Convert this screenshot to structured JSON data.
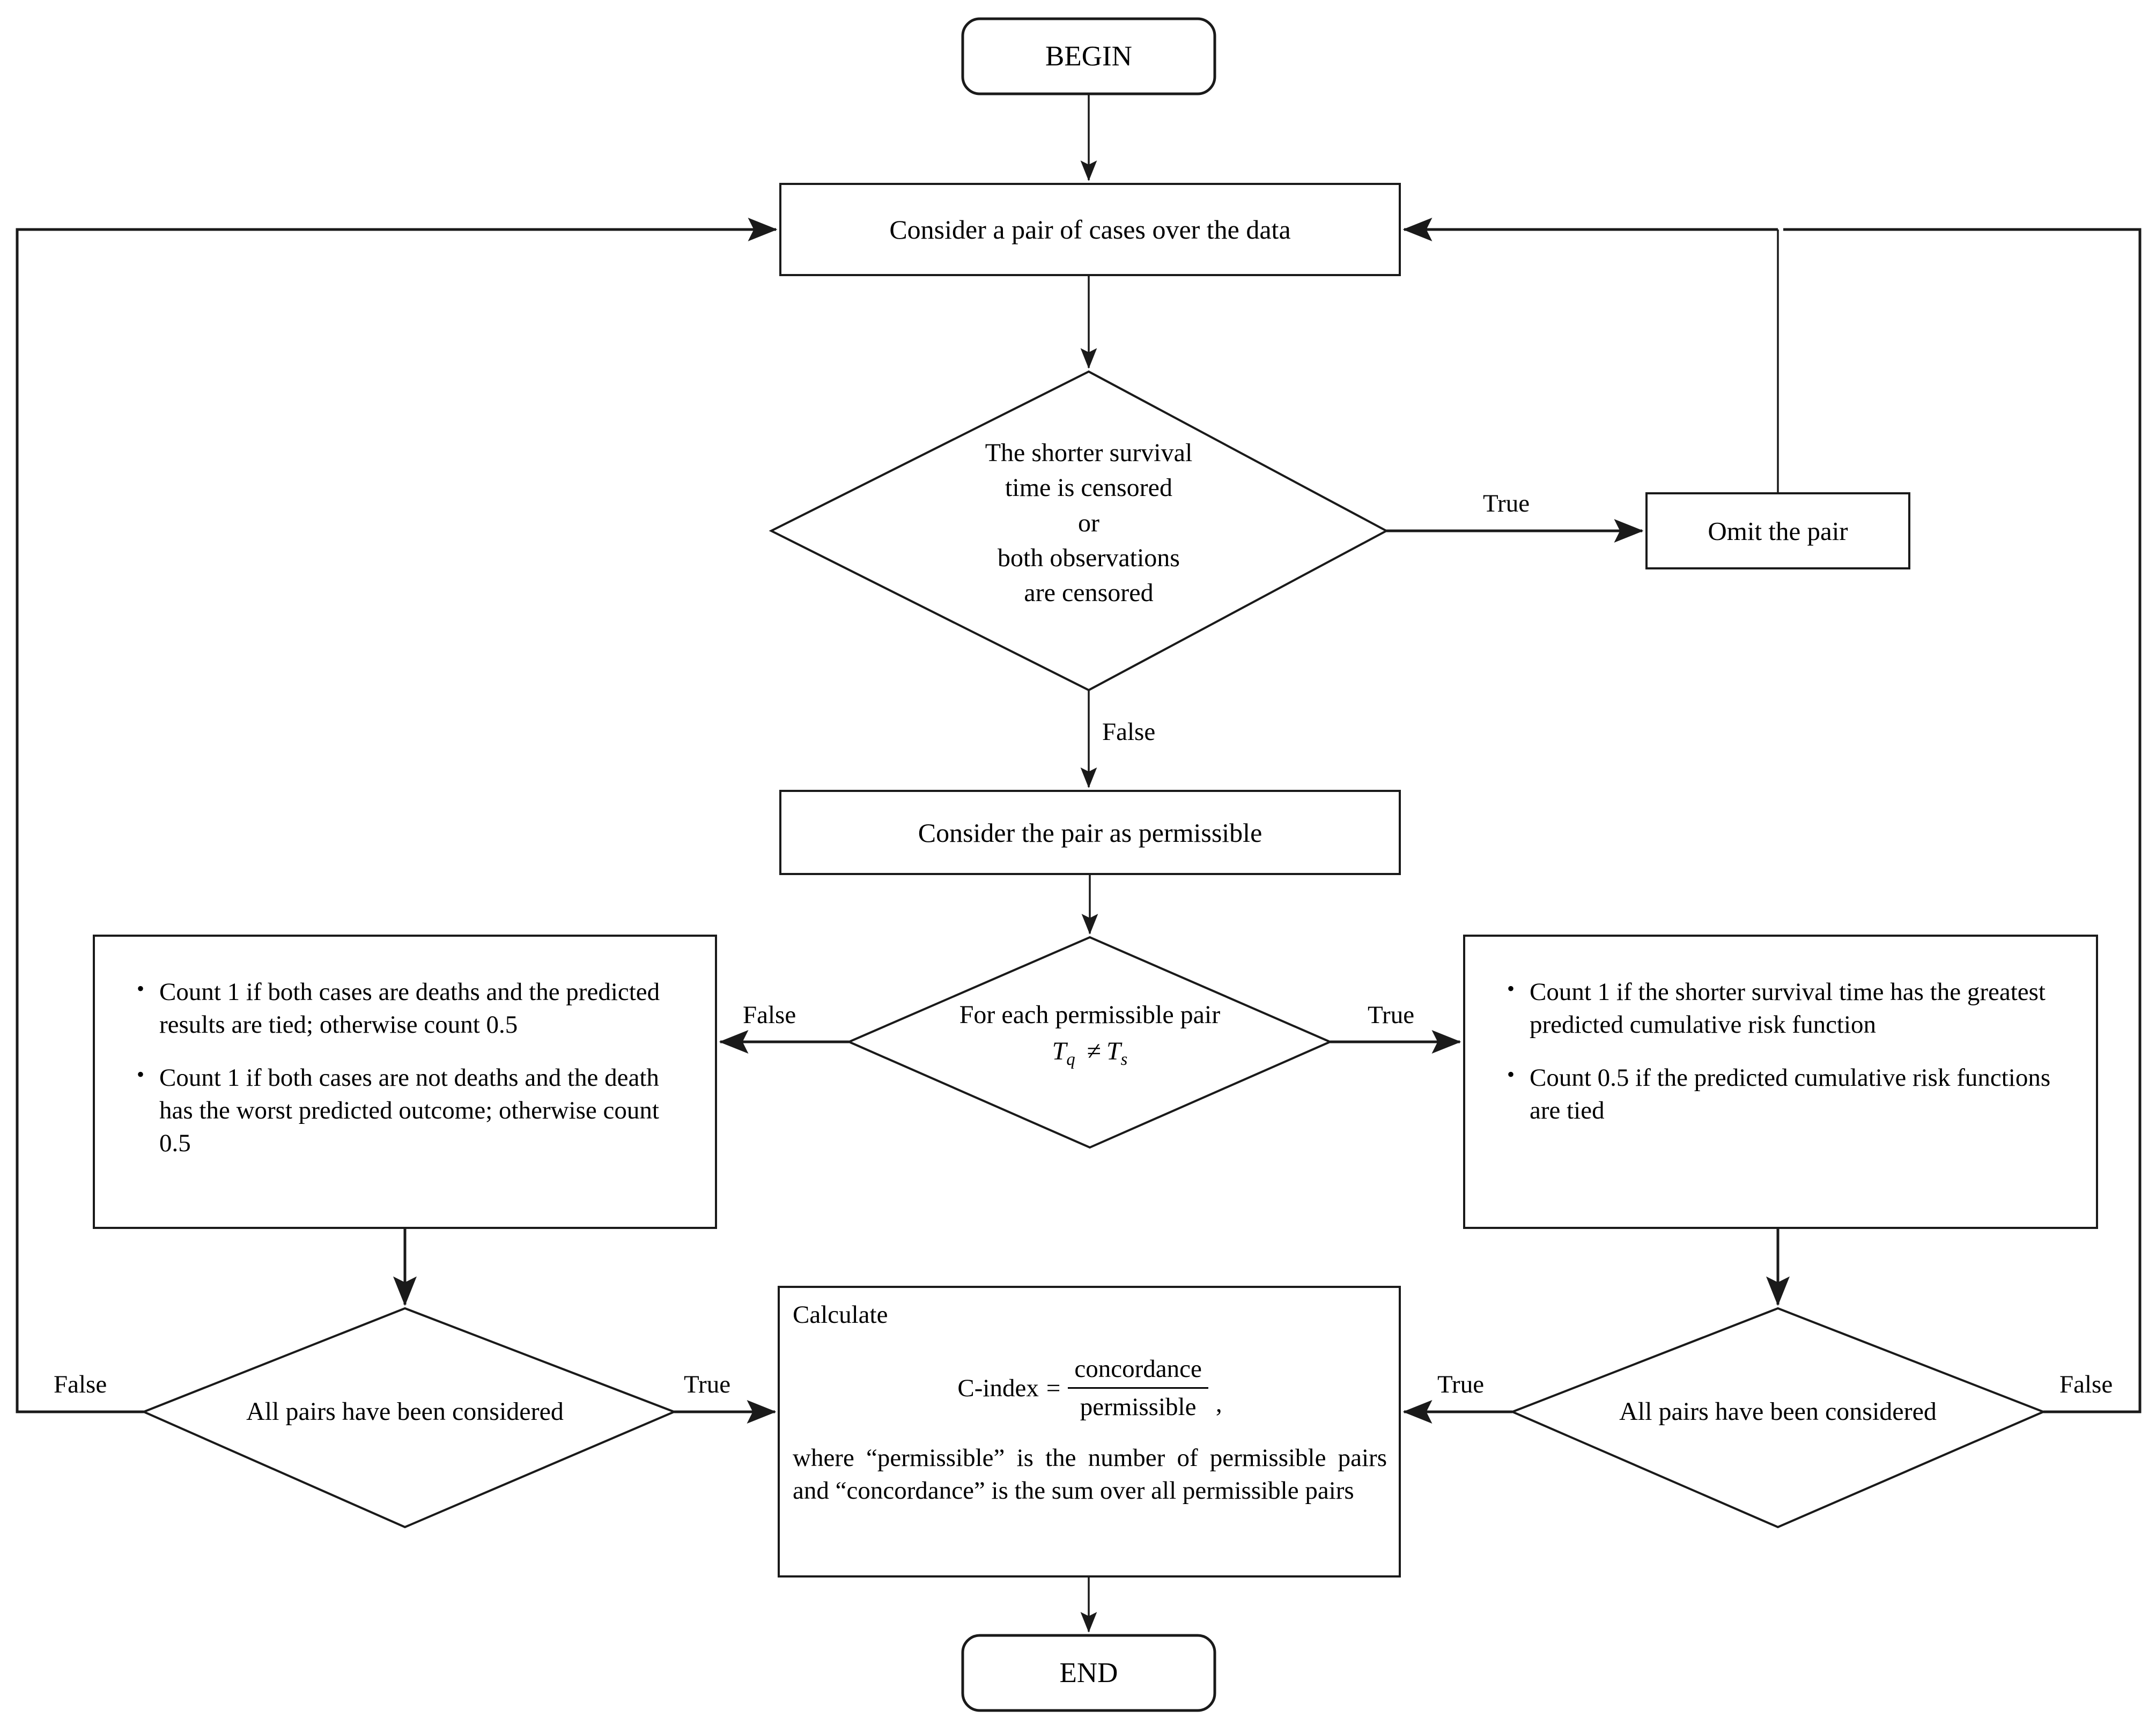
{
  "diagram": {
    "title": "C-index computation flowchart",
    "colors": {
      "stroke": "#1a1a1a",
      "fill": "#ffffff",
      "text": "#000000"
    }
  },
  "nodes": {
    "begin": {
      "label": "BEGIN",
      "shape": "rounded-terminator"
    },
    "consider_pair": {
      "label": "Consider a pair of cases over the data",
      "shape": "process"
    },
    "censored_decision": {
      "shape": "decision",
      "line1": "The shorter survival",
      "line2": "time is censored",
      "line3": "or",
      "line4": "both observations",
      "line5": "are censored"
    },
    "omit_pair": {
      "label": "Omit the pair",
      "shape": "process"
    },
    "permissible": {
      "label": "Consider the pair as permissible",
      "shape": "process"
    },
    "tie_decision": {
      "shape": "decision",
      "line1": "For each permissible pair",
      "math_lhs": "T",
      "math_lhs_sub": "q",
      "math_op": "≠",
      "math_rhs": "T",
      "math_rhs_sub": "s"
    },
    "tied_rules_box": {
      "shape": "process",
      "bullets": [
        "Count 1 if both cases are deaths and the predicted results are tied; otherwise count 0.5",
        "Count 1 if both cases are not deaths and the death has the worst predicted outcome; otherwise count 0.5"
      ]
    },
    "untied_rules_box": {
      "shape": "process",
      "bullets": [
        "Count 1 if the shorter survival time has the greatest predicted cumulative risk function",
        "Count 0.5 if the predicted cumulative risk functions are tied"
      ]
    },
    "all_pairs_left": {
      "label": "All pairs have been considered",
      "shape": "decision"
    },
    "all_pairs_right": {
      "label": "All pairs have been considered",
      "shape": "decision"
    },
    "calculate": {
      "shape": "process",
      "heading": "Calculate",
      "formula_lhs": "C-index",
      "formula_eq": "=",
      "formula_numerator": "concordance",
      "formula_denominator": "permissible",
      "formula_trailing_comma": ",",
      "note": "where “permissible” is the number of permissible pairs and “concordance” is the sum over all permissible pairs"
    },
    "end": {
      "label": "END",
      "shape": "rounded-terminator"
    }
  },
  "edge_labels": {
    "censored_true": "True",
    "censored_false": "False",
    "tie_false": "False",
    "tie_true": "True",
    "left_all_pairs_false": "False",
    "left_all_pairs_true": "True",
    "right_all_pairs_true": "True",
    "right_all_pairs_false": "False"
  }
}
